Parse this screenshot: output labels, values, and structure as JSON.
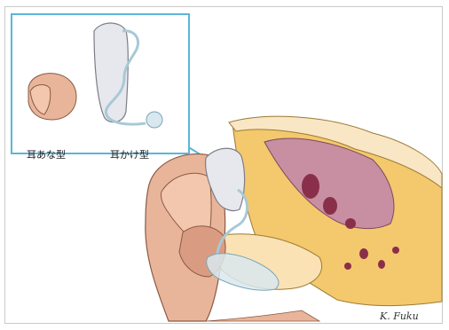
{
  "inset": {
    "ite_label": "耳あな型",
    "bte_label": "耳かけ型"
  },
  "signature": "K. Fuku",
  "colors": {
    "inset_border": "#5bb6d8",
    "skin": "#e9b59a",
    "bone": "#f4c86c",
    "tissue": "#c88fa3",
    "device": "#e7e7ee",
    "tube": "#a8c9d6"
  }
}
